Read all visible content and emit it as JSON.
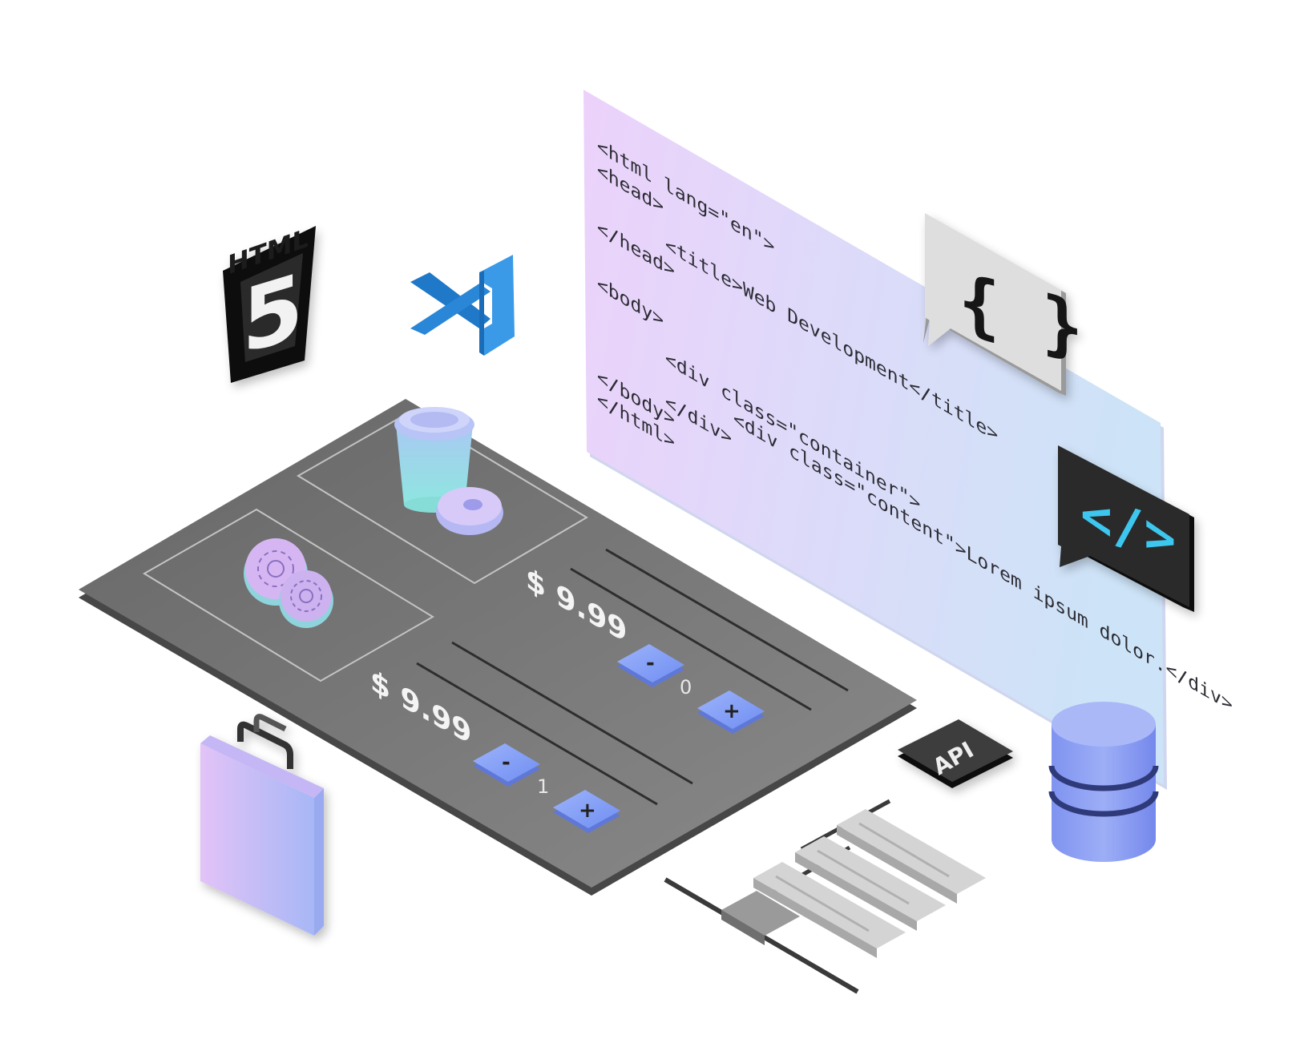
{
  "code_panel": {
    "lines": [
      "<html lang=\"en\">",
      "<head>",
      "<title>Web Development</title>",
      "</head>",
      "<body>",
      "<div class=\"container\">",
      "<div class=\"content\">Lorem ipsum dolor.</div>",
      "</div>",
      "</body>",
      "</html>"
    ]
  },
  "badges": {
    "html_logo_text": "HTML",
    "html_logo_number": "5",
    "braces_symbol": "{ }",
    "code_tag_symbol": "</>",
    "api_label": "API"
  },
  "cart": {
    "items": [
      {
        "price": "$ 9.99",
        "minus_label": "-",
        "quantity": "0",
        "plus_label": "+"
      },
      {
        "price": "$ 9.99",
        "minus_label": "-",
        "quantity": "1",
        "plus_label": "+"
      }
    ]
  },
  "colors": {
    "panel_gradient_start": "#ebd3fb",
    "panel_gradient_end": "#cfe2f7",
    "tray": "#6f6f6f",
    "button_blue": "#7f9cf5",
    "database_blue": "#8fa3f5",
    "vscode_blue": "#2f8fe0",
    "code_cyan": "#3ec6ee"
  },
  "icons": [
    "html5-logo-icon",
    "vscode-logo-icon",
    "braces-bubble-icon",
    "code-tag-bubble-icon",
    "api-chip-icon",
    "database-icon",
    "shopping-bag-icon",
    "coffee-cup-icon",
    "donut-icon",
    "flower-cookie-icon",
    "sitemap-icon"
  ]
}
